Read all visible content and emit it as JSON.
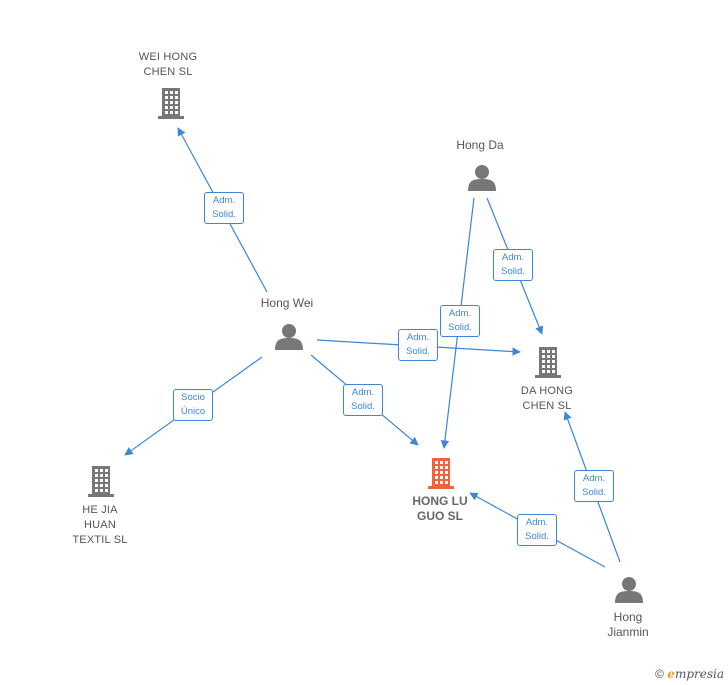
{
  "nodes": {
    "wei_hong_chen": {
      "label": "WEI HONG\nCHEN  SL",
      "kind": "company"
    },
    "hong_da": {
      "label": "Hong Da",
      "kind": "person"
    },
    "hong_wei": {
      "label": "Hong Wei",
      "kind": "person"
    },
    "da_hong_chen": {
      "label": "DA HONG\nCHEN  SL",
      "kind": "company"
    },
    "he_jia_huan": {
      "label": "HE JIA\nHUAN\nTEXTIL  SL",
      "kind": "company"
    },
    "hong_lu_guo": {
      "label": "HONG LU\nGUO  SL",
      "kind": "company-focus"
    },
    "hong_jianmin": {
      "label": "Hong\nJianmin",
      "kind": "person"
    }
  },
  "edges": [
    {
      "from": "hong_wei",
      "to": "wei_hong_chen",
      "label": "Adm.\nSolid."
    },
    {
      "from": "hong_da",
      "to": "da_hong_chen",
      "label": "Adm.\nSolid."
    },
    {
      "from": "hong_da",
      "to": "hong_lu_guo",
      "label": "Adm.\nSolid."
    },
    {
      "from": "hong_wei",
      "to": "da_hong_chen",
      "label": "Adm.\nSolid."
    },
    {
      "from": "hong_wei",
      "to": "he_jia_huan",
      "label": "Socio\nÚnico"
    },
    {
      "from": "hong_wei",
      "to": "hong_lu_guo",
      "label": "Adm.\nSolid."
    },
    {
      "from": "hong_jianmin",
      "to": "da_hong_chen",
      "label": "Adm.\nSolid."
    },
    {
      "from": "hong_jianmin",
      "to": "hong_lu_guo",
      "label": "Adm.\nSolid."
    }
  ],
  "colors": {
    "edge": "#3a87d6",
    "company": "#777777",
    "focus_company": "#f0643c",
    "person": "#777777"
  },
  "footer": {
    "copyright": "©",
    "brand": "mpresia",
    "brand_initial": "e"
  }
}
